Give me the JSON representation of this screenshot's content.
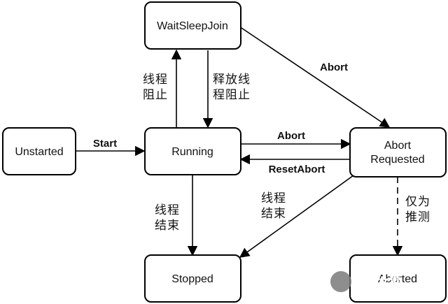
{
  "states": {
    "waitsleepjoin": "WaitSleepJoin",
    "unstarted": "Unstarted",
    "running": "Running",
    "abort_requested_line1": "Abort",
    "abort_requested_line2": "Requested",
    "stopped": "Stopped",
    "aborted": "Aborted"
  },
  "transitions": {
    "start": "Start",
    "abort_top": "Abort",
    "abort_mid": "Abort",
    "reset_abort": "ResetAbort",
    "block_line1": "线程",
    "block_line2": "阻止",
    "release_line1": "释放线",
    "release_line2": "程阻止",
    "end_left_line1": "线程",
    "end_left_line2": "结束",
    "end_right_line1": "线程",
    "end_right_line2": "结束",
    "speculative_line1": "仅为",
    "speculative_line2": "推测"
  },
  "watermark": {
    "text": "系统之家",
    "color": "#7a7a7a"
  }
}
